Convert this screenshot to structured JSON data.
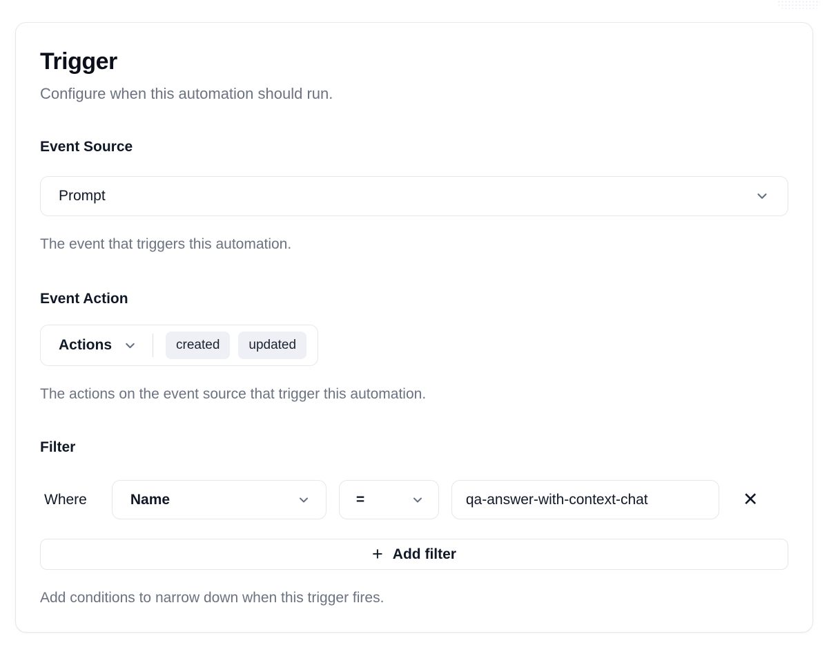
{
  "card": {
    "title": "Trigger",
    "subtitle": "Configure when this automation should run."
  },
  "event_source": {
    "label": "Event Source",
    "value": "Prompt",
    "helper": "The event that triggers this automation."
  },
  "event_action": {
    "label": "Event Action",
    "dropdown_label": "Actions",
    "tags": [
      "created",
      "updated"
    ],
    "helper": "The actions on the event source that trigger this automation."
  },
  "filter": {
    "label": "Filter",
    "where_label": "Where",
    "field_value": "Name",
    "operator_value": "=",
    "value_input": "qa-answer-with-context-chat",
    "add_button_label": "Add filter",
    "helper": "Add conditions to narrow down when this trigger fires."
  },
  "icons": {
    "plus": "+",
    "close": "✕"
  },
  "colors": {
    "text_dark": "#101828",
    "text_muted": "#6b7280",
    "border": "#e4e7ee",
    "tag_background": "#eef0f5",
    "chevron": "#667085"
  }
}
